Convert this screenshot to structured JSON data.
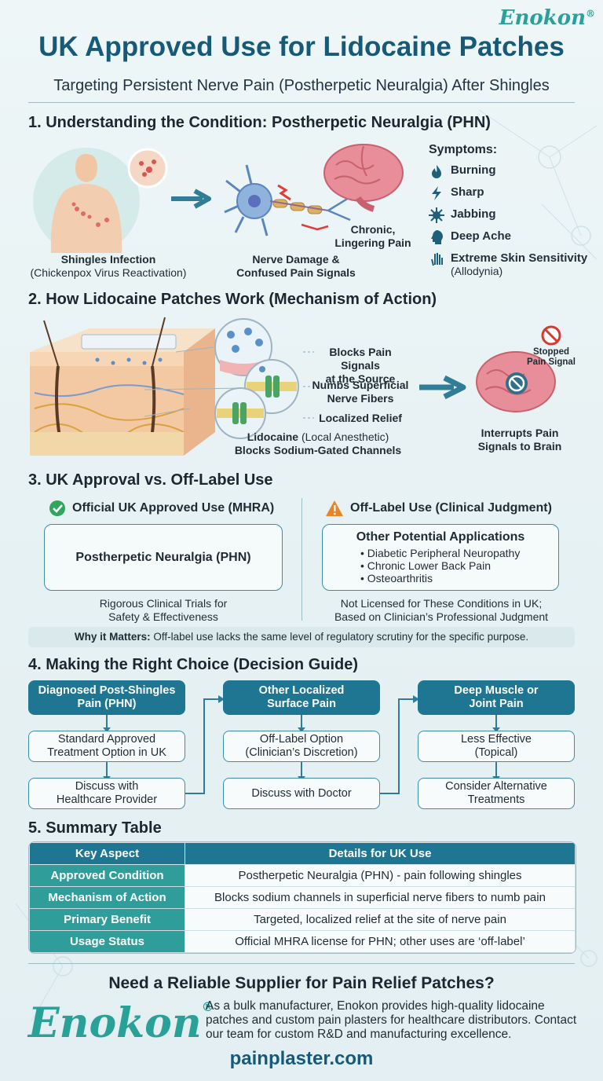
{
  "brand": {
    "name": "Enokon",
    "reg": "®"
  },
  "header": {
    "title": "UK Approved Use for Lidocaine Patches",
    "subtitle": "Targeting Persistent Nerve Pain (Postherpetic Neuralgia) After Shingles"
  },
  "section1": {
    "heading": "1. Understanding the Condition: Postherpetic Neuralgia (PHN)",
    "shingles_label": "Shingles Infection",
    "shingles_sub": "(Chickenpox Virus Reactivation)",
    "nerve_label_1": "Nerve Damage &",
    "nerve_label_2": "Confused Pain Signals",
    "brain_label_1": "Chronic,",
    "brain_label_2": "Lingering Pain",
    "symptoms_title": "Symptoms:",
    "symptoms": [
      {
        "label": "Burning",
        "icon": "flame-icon"
      },
      {
        "label": "Sharp",
        "icon": "lightning-icon"
      },
      {
        "label": "Jabbing",
        "icon": "burst-icon"
      },
      {
        "label": "Deep Ache",
        "icon": "head-icon"
      },
      {
        "label": "Extreme Skin Sensitivity",
        "sub": "(Allodynia)",
        "icon": "hand-icon"
      }
    ]
  },
  "section2": {
    "heading": "2. How Lidocaine Patches Work (Mechanism of Action)",
    "callouts": [
      "Blocks Pain Signals",
      "at the Source",
      "Numbs Superficial",
      "Nerve Fibers",
      "Localized Relief"
    ],
    "lidocaine_bold": "Lidocaine",
    "lidocaine_rest": " (Local Anesthetic)",
    "channels": "Blocks Sodium-Gated Channels",
    "stopped_1": "Stopped",
    "stopped_2": "Pain Signal",
    "brain_1": "Interrupts Pain",
    "brain_2": "Signals to Brain"
  },
  "section3": {
    "heading": "3. UK Approval vs. Off-Label Use",
    "left_title": "Official UK Approved Use (MHRA)",
    "left_box": "Postherpetic Neuralgia (PHN)",
    "left_note_1": "Rigorous Clinical Trials for",
    "left_note_2": "Safety & Effectiveness",
    "right_title": "Off-Label Use (Clinical Judgment)",
    "right_box_title": "Other Potential Applications",
    "right_items": [
      "Diabetic Peripheral Neuropathy",
      "Chronic Lower Back Pain",
      "Osteoarthritis"
    ],
    "right_note_1": "Not Licensed for These Conditions in UK;",
    "right_note_2": "Based on Clinician’s Professional Judgment",
    "why_bold": "Why it Matters:",
    "why_text": " Off-label use lacks the same level of regulatory scrutiny for the specific purpose."
  },
  "section4": {
    "heading": "4. Making the Right Choice (Decision Guide)",
    "columns": [
      {
        "head": [
          "Diagnosed Post-Shingles",
          "Pain (PHN)"
        ],
        "mid": [
          "Standard Approved",
          "Treatment Option in UK"
        ],
        "low": [
          "Discuss with",
          "Healthcare Provider"
        ]
      },
      {
        "head": [
          "Other Localized",
          "Surface Pain"
        ],
        "mid": [
          "Off-Label Option",
          "(Clinician’s Discretion)"
        ],
        "low": [
          "Discuss with Doctor",
          ""
        ]
      },
      {
        "head": [
          "Deep Muscle or",
          "Joint Pain"
        ],
        "mid": [
          "Less Effective",
          "(Topical)"
        ],
        "low": [
          "Consider Alternative",
          "Treatments"
        ]
      }
    ]
  },
  "section5": {
    "heading": "5. Summary Table",
    "columns": [
      "Key Aspect",
      "Details for UK Use"
    ],
    "rows": [
      [
        "Approved Condition",
        "Postherpetic Neuralgia (PHN) - pain following shingles"
      ],
      [
        "Mechanism of Action",
        "Blocks sodium channels in superficial nerve fibers to numb pain"
      ],
      [
        "Primary Benefit",
        "Targeted, localized relief at the site of nerve pain"
      ],
      [
        "Usage Status",
        "Official MHRA license for PHN; other uses are ‘off-label’"
      ]
    ]
  },
  "footer": {
    "heading": "Need a Reliable Supplier for Pain Relief Patches?",
    "text": "As a bulk manufacturer, Enokon provides high-quality lidocaine patches and custom pain plasters for healthcare distributors. Contact our team for custom R&D and manufacturing excellence.",
    "url": "painplaster.com"
  },
  "colors": {
    "primary": "#175a78",
    "teal": "#2aa198",
    "header_fill": "#1e7693",
    "check": "#2fa65a",
    "warning": "#e8832a",
    "stop": "#d63a2f"
  }
}
